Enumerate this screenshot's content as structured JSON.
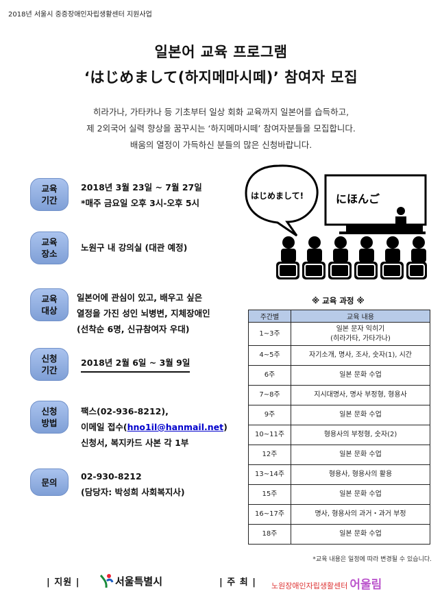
{
  "header": {
    "top_note": "2018년 서울시 중증장애인자립생활센터 지원사업"
  },
  "title": {
    "line1": "일본어 교육 프로그램",
    "line2": "‘はじめまして(하지메마시떼)’ 참여자 모집"
  },
  "intro": [
    "히라가나, 가타카나 등 기초부터 일상 회화 교육까지 일본어를 습득하고,",
    "제 2외국어 실력 향상을 꿈꾸시는 ‘하지메마시떼’ 참여자분들을 모집합니다.",
    "배움의 열정이 가득하신 분들의 많은 신청바랍니다."
  ],
  "illustration": {
    "bubble_text": "はじめまして!",
    "board_text": "にほんご"
  },
  "sections": {
    "period": {
      "label": [
        "교육",
        "기간"
      ],
      "lines": [
        "2018년 3월 23일 ~ 7월 27일",
        "*매주 금요일 오후 3시-오후 5시"
      ]
    },
    "place": {
      "label": [
        "교육",
        "장소"
      ],
      "lines": [
        "노원구 내 강의실 (대관 예정)"
      ]
    },
    "target": {
      "label": [
        "교육",
        "대상"
      ],
      "lines": [
        "일본어에 관심이 있고, 배우고 싶은",
        "열정을 가진 성인 뇌병변, 지체장애인",
        "(선착순 6명, 신규참여자 우대)"
      ]
    },
    "apply_period": {
      "label": [
        "신청",
        "기간"
      ],
      "lines": [
        "2018년 2월 6일 ~ 3월 9일"
      ]
    },
    "apply_method": {
      "label": [
        "신청",
        "방법"
      ],
      "fax": "팩스(02-936-8212),",
      "email_prefix": "이메일 접수(",
      "email": "hno1il@hanmail.net",
      "email_suffix": ")",
      "docs": "신청서, 복지카드 사본 각 1부"
    },
    "contact": {
      "label": "문의",
      "lines": [
        "02-930-8212",
        "(담당자: 박성희 사회복지사)"
      ]
    }
  },
  "curriculum": {
    "title": "※ 교육 과정 ※",
    "headers": [
      "주간별",
      "교육 내용"
    ],
    "rows": [
      {
        "week": "1~3주",
        "content": [
          "일본 문자 익히기",
          "(히라가타, 가타가나)"
        ]
      },
      {
        "week": "4~5주",
        "content": [
          "자기소개, 명사, 조사, 숫자(1), 시간"
        ]
      },
      {
        "week": "6주",
        "content": [
          "일본 문화 수업"
        ]
      },
      {
        "week": "7~8주",
        "content": [
          "지시대명사, 명사 부정형, 형용사"
        ]
      },
      {
        "week": "9주",
        "content": [
          "일본 문화 수업"
        ]
      },
      {
        "week": "10~11주",
        "content": [
          "형용사의 부정형, 숫자(2)"
        ]
      },
      {
        "week": "12주",
        "content": [
          "일본 문화 수업"
        ]
      },
      {
        "week": "13~14주",
        "content": [
          "형용사, 형용사의 활용"
        ]
      },
      {
        "week": "15주",
        "content": [
          "일본 문화 수업"
        ]
      },
      {
        "week": "16~17주",
        "content": [
          "명사, 형용사의 과거・과거 부정"
        ]
      },
      {
        "week": "18주",
        "content": [
          "일본 문화 수업"
        ]
      }
    ],
    "footnote": "*교육 내용은 일정에 따라 변경될 수 있습니다."
  },
  "footer": {
    "support_label": "| 지원 |",
    "support_org": "서울특별시",
    "host_label": "| 주 최 |",
    "host_org_prefix": "노원장애인자립생활센터",
    "host_org_brand": "어울림"
  }
}
